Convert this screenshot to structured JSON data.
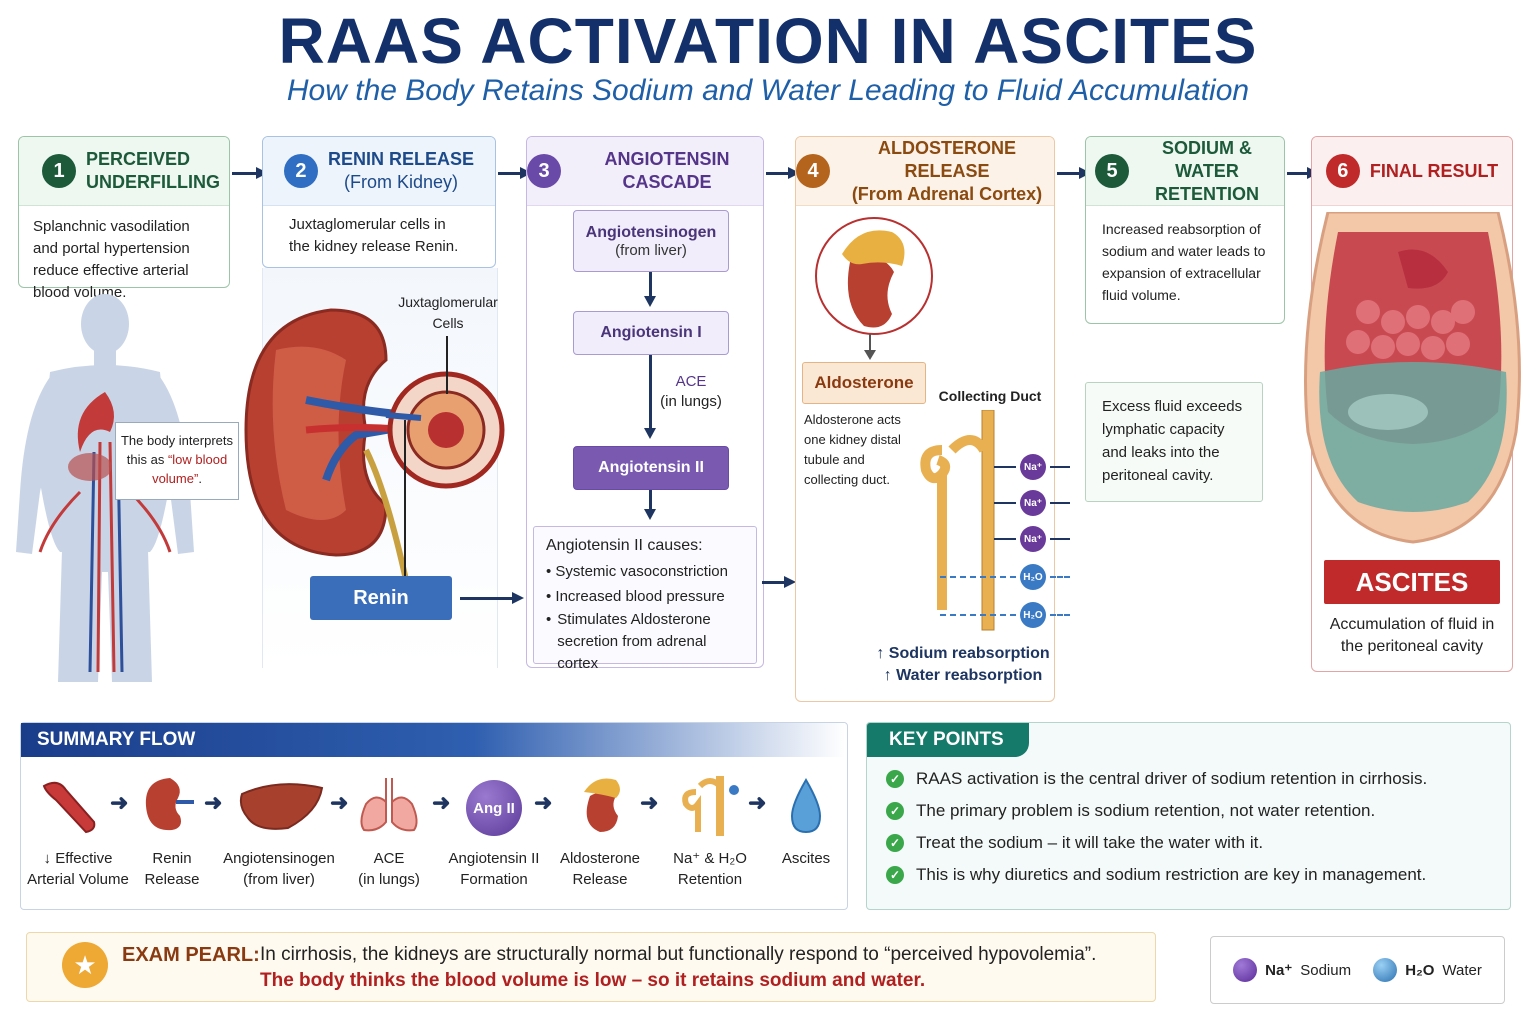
{
  "title": "RAAS ACTIVATION IN ASCITES",
  "subtitle": "How the Body Retains Sodium and Water Leading to Fluid Accumulation",
  "colors": {
    "navy": "#14306a",
    "green": "#1c5a3a",
    "blue": "#2f6ec2",
    "purple": "#6a4aa8",
    "orange": "#b4641c",
    "red": "#c02a2a"
  },
  "steps": [
    {
      "num": "1",
      "title": "PERCEIVED UNDERFILLING",
      "desc": "Splanchnic vasodilation and portal hypertension reduce effective arterial blood volume."
    },
    {
      "num": "2",
      "title": "RENIN RELEASE",
      "title2": "(From Kidney)",
      "desc": "Juxtaglomerular cells in the kidney release Renin."
    },
    {
      "num": "3",
      "title": "ANGIOTENSIN CASCADE"
    },
    {
      "num": "4",
      "title": "ALDOSTERONE RELEASE",
      "title2": "(From Adrenal Cortex)"
    },
    {
      "num": "5",
      "title": "SODIUM & WATER RETENTION",
      "desc": "Increased reabsorption of sodium and water leads to expansion of extracellular fluid volume."
    },
    {
      "num": "6",
      "title": "FINAL RESULT"
    }
  ],
  "body_note": {
    "pre": "The body interprets this as ",
    "highlight": "“low blood volume”",
    "post": "."
  },
  "kidney": {
    "jg_label": "Juxtaglomerular Cells",
    "renin": "Renin"
  },
  "cascade": {
    "angiotensinogen": "Angiotensinogen",
    "angiotensinogen_src": "(from liver)",
    "angiotensin1": "Angiotensin I",
    "ace": "ACE",
    "ace_loc": "(in lungs)",
    "angiotensin2": "Angiotensin II",
    "causes_title": "Angiotensin II causes:",
    "causes": [
      "Systemic vasoconstriction",
      "Increased blood pressure",
      "Stimulates Aldosterone secretion from adrenal cortex"
    ]
  },
  "aldo": {
    "label": "Aldosterone",
    "desc": "Aldosterone acts one kidney distal tubule and collecting duct.",
    "duct": "Collecting Duct",
    "na": "Na⁺",
    "h2o": "H₂O",
    "na_reab": "↑ Sodium reabsorption",
    "water_reab": "↑ Water reabsorption"
  },
  "excess": "Excess fluid exceeds lymphatic capacity and leaks into the peritoneal cavity.",
  "final": {
    "badge": "ASCITES",
    "desc": "Accumulation of fluid in the peritoneal cavity"
  },
  "summary": {
    "title": "SUMMARY FLOW",
    "items": [
      {
        "l1": "↓ Effective",
        "l2": "Arterial Volume",
        "icon": "artery-icon"
      },
      {
        "l1": "Renin",
        "l2": "Release",
        "icon": "kidney-icon"
      },
      {
        "l1": "Angiotensinogen",
        "l2": "(from liver)",
        "icon": "liver-icon"
      },
      {
        "l1": "ACE",
        "l2": "(in lungs)",
        "icon": "lungs-icon"
      },
      {
        "l1": "Angiotensin II",
        "l2": "Formation",
        "icon": "ang-ii-icon",
        "badge": "Ang II"
      },
      {
        "l1": "Aldosterone",
        "l2": "Release",
        "icon": "adrenal-icon"
      },
      {
        "l1": "Na⁺ & H₂O",
        "l2": "Retention",
        "icon": "tubule-icon"
      },
      {
        "l1": "Ascites",
        "l2": "",
        "icon": "droplet-icon"
      }
    ]
  },
  "key_points": {
    "title": "KEY POINTS",
    "items": [
      "RAAS activation is the central driver of sodium retention in cirrhosis.",
      "The primary problem is sodium retention, not water retention.",
      "Treat the sodium – it will take the water with it.",
      "This is why diuretics and sodium restriction are key in management."
    ]
  },
  "exam_pearl": {
    "label": "EXAM PEARL:",
    "text": "In cirrhosis, the kidneys are structurally normal but functionally respond to “perceived hypovolemia”.",
    "highlight": "The body thinks the blood volume is low – so it retains sodium and water."
  },
  "legend": {
    "na_sym": "Na⁺",
    "na_label": "Sodium",
    "h2o_sym": "H₂O",
    "h2o_label": "Water"
  }
}
